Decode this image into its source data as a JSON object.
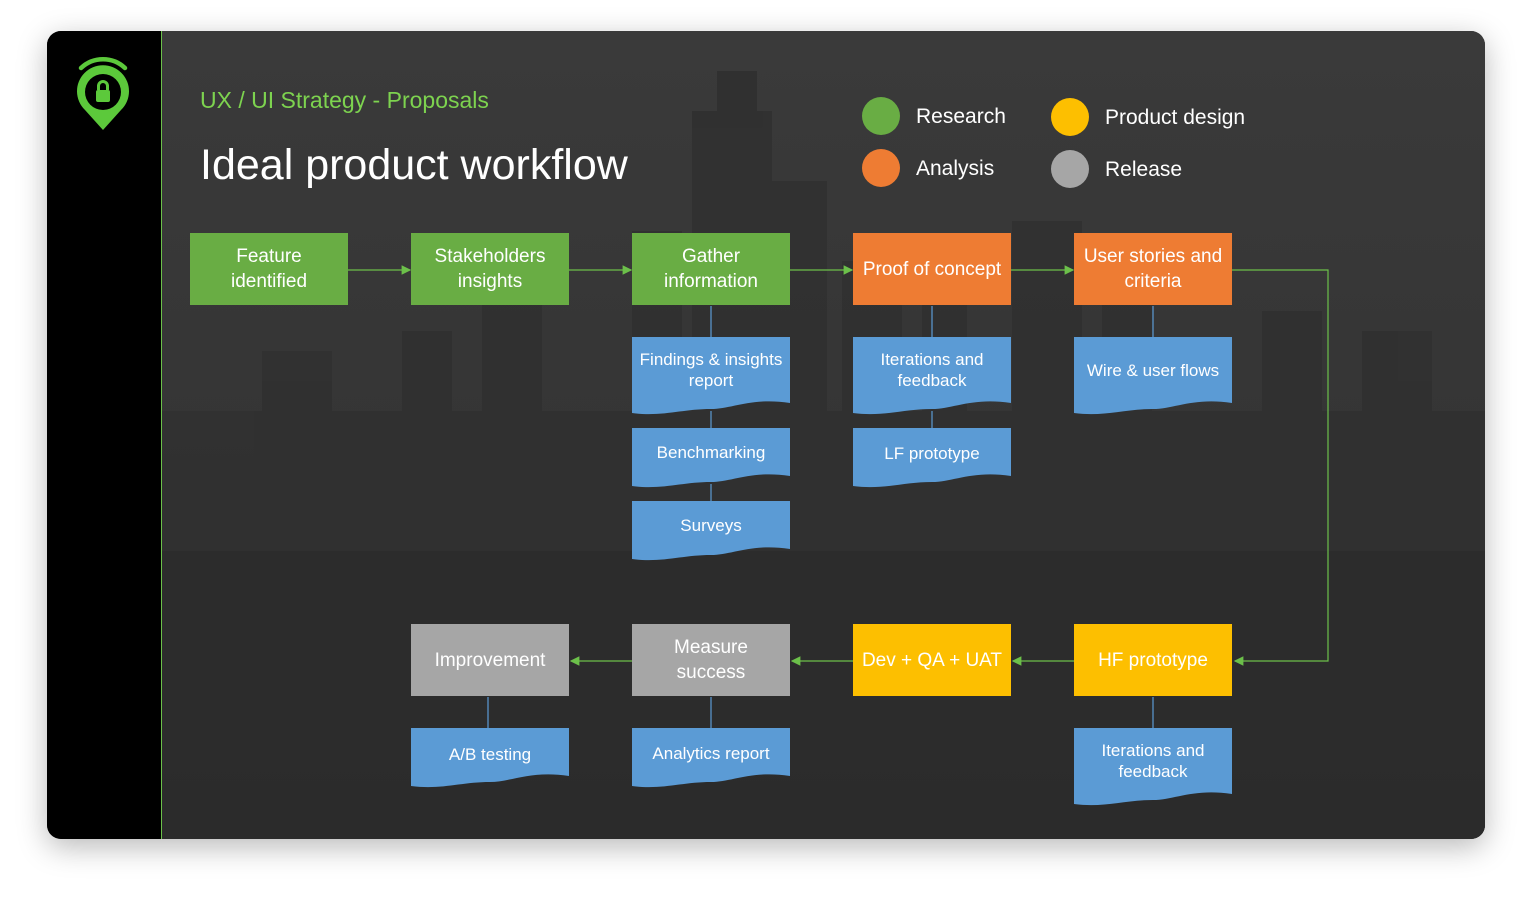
{
  "header": {
    "subtitle": "UX / UI Strategy - Proposals",
    "title": "Ideal product workflow"
  },
  "legend": [
    {
      "label": "Research",
      "color": "#69ad44"
    },
    {
      "label": "Analysis",
      "color": "#ee7c33"
    },
    {
      "label": "Product design",
      "color": "#fdbf00"
    },
    {
      "label": "Release",
      "color": "#a6a6a6"
    }
  ],
  "colors": {
    "research": "#69ad44",
    "analysis": "#ee7c33",
    "product_design": "#fdbf00",
    "release": "#a6a6a6",
    "document": "#5b9bd5",
    "connector": "#6cc04a",
    "background": "#343434"
  },
  "steps": {
    "feature_identified": "Feature identified",
    "stakeholders_insights": "Stakeholders insights",
    "gather_information": "Gather information",
    "proof_of_concept": "Proof of concept",
    "user_stories": "User stories and criteria",
    "hf_prototype": "HF prototype",
    "dev_qa_uat": "Dev + QA + UAT",
    "measure_success": "Measure success",
    "improvement": "Improvement"
  },
  "documents": {
    "findings_report": "Findings & insights report",
    "benchmarking": "Benchmarking",
    "surveys": "Surveys",
    "iterations_feedback_1": "Iterations and feedback",
    "lf_prototype": "LF prototype",
    "wire_user_flows": "Wire & user flows",
    "iterations_feedback_2": "Iterations and feedback",
    "analytics_report": "Analytics report",
    "ab_testing": "A/B testing"
  },
  "logo": {
    "icon": "location-lock-signal-icon"
  }
}
